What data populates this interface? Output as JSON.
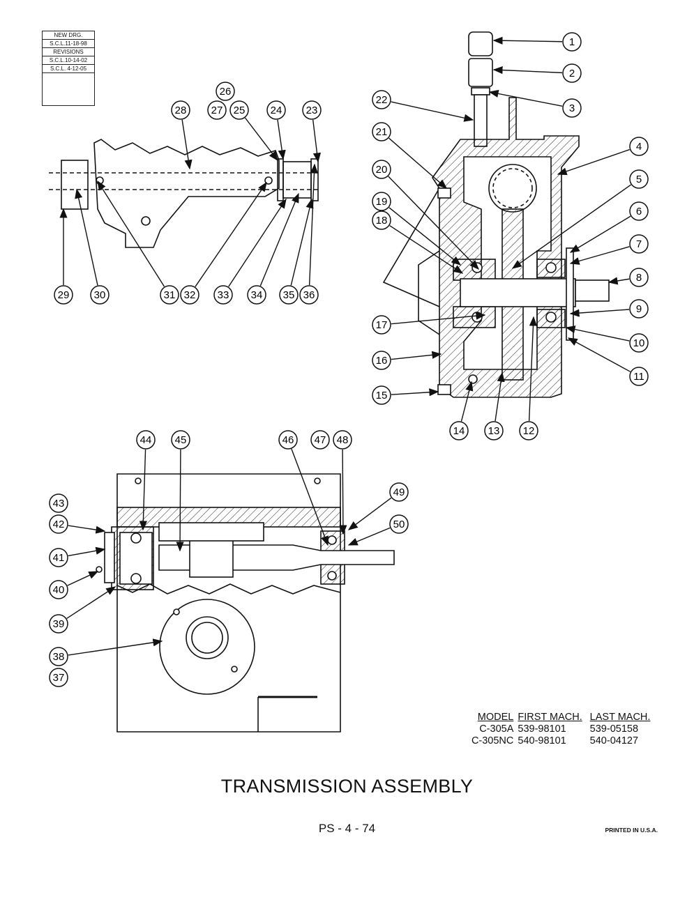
{
  "revision_block": {
    "lines": [
      "NEW DRG.",
      "S.C.L.11-18-98",
      "REVISIONS",
      "S.C.L.10-14-02",
      "S.C.L. 4-12-05"
    ]
  },
  "callouts": [
    "1",
    "2",
    "3",
    "4",
    "5",
    "6",
    "7",
    "8",
    "9",
    "10",
    "11",
    "12",
    "13",
    "14",
    "15",
    "16",
    "17",
    "18",
    "19",
    "20",
    "21",
    "22",
    "23",
    "24",
    "25",
    "26",
    "27",
    "28",
    "29",
    "30",
    "31",
    "32",
    "33",
    "34",
    "35",
    "36",
    "37",
    "38",
    "39",
    "40",
    "41",
    "42",
    "43",
    "44",
    "45",
    "46",
    "47",
    "48",
    "49",
    "50"
  ],
  "model_table": {
    "headers": [
      "MODEL",
      "FIRST MACH.",
      "LAST MACH."
    ],
    "rows": [
      [
        "C-305A",
        "539-98101",
        "539-05158"
      ],
      [
        "C-305NC",
        "540-98101",
        "540-04127"
      ]
    ]
  },
  "title": "TRANSMISSION ASSEMBLY",
  "page_number": "PS - 4 - 74",
  "printed_note": "PRINTED IN U.S.A."
}
